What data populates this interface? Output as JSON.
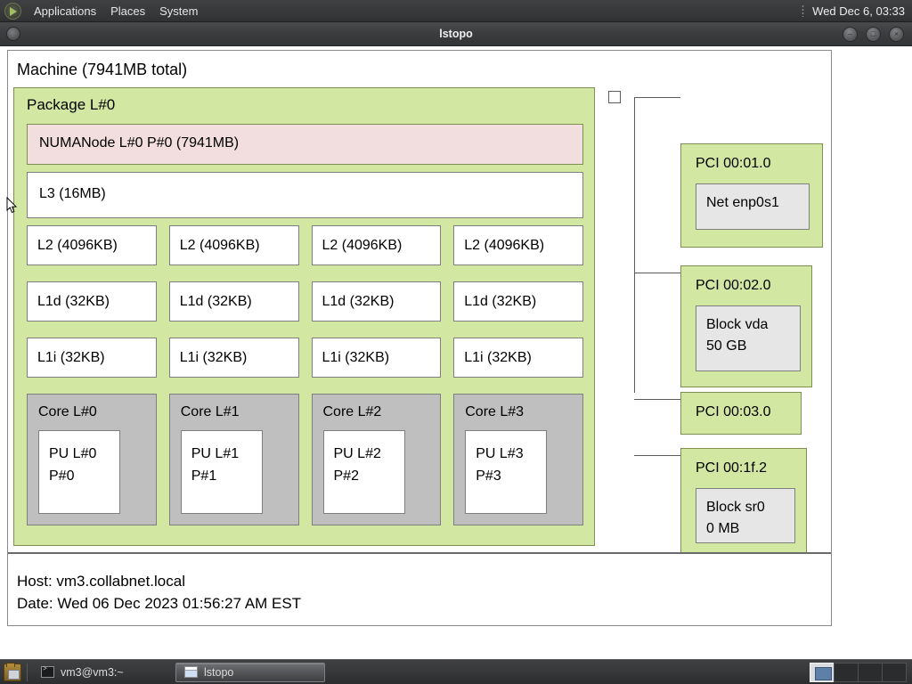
{
  "top_panel": {
    "logo_icon": "gnome-foot-icon",
    "menus": [
      "Applications",
      "Places",
      "System"
    ],
    "clock": "Wed Dec  6, 03:33",
    "indicator_icon": "dots-indicator-icon"
  },
  "window": {
    "title": "lstopo",
    "menu_button_icon": "window-menu-icon",
    "buttons": [
      {
        "name": "minimize-button",
        "glyph": "–"
      },
      {
        "name": "maximize-button",
        "glyph": "□"
      },
      {
        "name": "close-button",
        "glyph": "×"
      }
    ]
  },
  "topology": {
    "machine_label": "Machine (7941MB total)",
    "package_label": "Package L#0",
    "numanode_label": "NUMANode L#0 P#0 (7941MB)",
    "l3_label": "L3 (16MB)",
    "l2": [
      {
        "label": "L2 (4096KB)"
      },
      {
        "label": "L2 (4096KB)"
      },
      {
        "label": "L2 (4096KB)"
      },
      {
        "label": "L2 (4096KB)"
      }
    ],
    "l1d": [
      {
        "label": "L1d (32KB)"
      },
      {
        "label": "L1d (32KB)"
      },
      {
        "label": "L1d (32KB)"
      },
      {
        "label": "L1d (32KB)"
      }
    ],
    "l1i": [
      {
        "label": "L1i (32KB)"
      },
      {
        "label": "L1i (32KB)"
      },
      {
        "label": "L1i (32KB)"
      },
      {
        "label": "L1i (32KB)"
      }
    ],
    "cores": [
      {
        "label": "Core L#0",
        "pu_l": "PU L#0",
        "pu_p": "P#0"
      },
      {
        "label": "Core L#1",
        "pu_l": "PU L#1",
        "pu_p": "P#1"
      },
      {
        "label": "Core L#2",
        "pu_l": "PU L#2",
        "pu_p": "P#2"
      },
      {
        "label": "Core L#3",
        "pu_l": "PU L#3",
        "pu_p": "P#3"
      }
    ],
    "pci": [
      {
        "label": "PCI 00:01.0",
        "device_line1": "Net enp0s1",
        "device_line2": ""
      },
      {
        "label": "PCI 00:02.0",
        "device_line1": "Block vda",
        "device_line2": "50 GB"
      },
      {
        "label": "PCI 00:03.0",
        "device_line1": "",
        "device_line2": ""
      },
      {
        "label": "PCI 00:1f.2",
        "device_line1": "Block sr0",
        "device_line2": "0 MB"
      }
    ]
  },
  "info_panel": {
    "host": "Host: vm3.collabnet.local",
    "date": "Date: Wed 06 Dec 2023 01:56:27 AM EST"
  },
  "taskbar": {
    "show_desktop_icon": "show-desktop-icon",
    "tasks": [
      {
        "label": "vm3@vm3:~",
        "icon": "terminal-icon",
        "active": false
      },
      {
        "label": "lstopo",
        "icon": "window-icon",
        "active": true
      }
    ],
    "workspaces": 4,
    "active_workspace": 1
  },
  "colors": {
    "package_green": "#d2e8a2",
    "numanode_pink": "#f2dede",
    "core_gray": "#bfbfbf",
    "device_gray": "#e6e6e6",
    "box_border": "#7f8f53",
    "cache_border": "#7f7f7f",
    "panel_dark": "#3a3b3c"
  }
}
